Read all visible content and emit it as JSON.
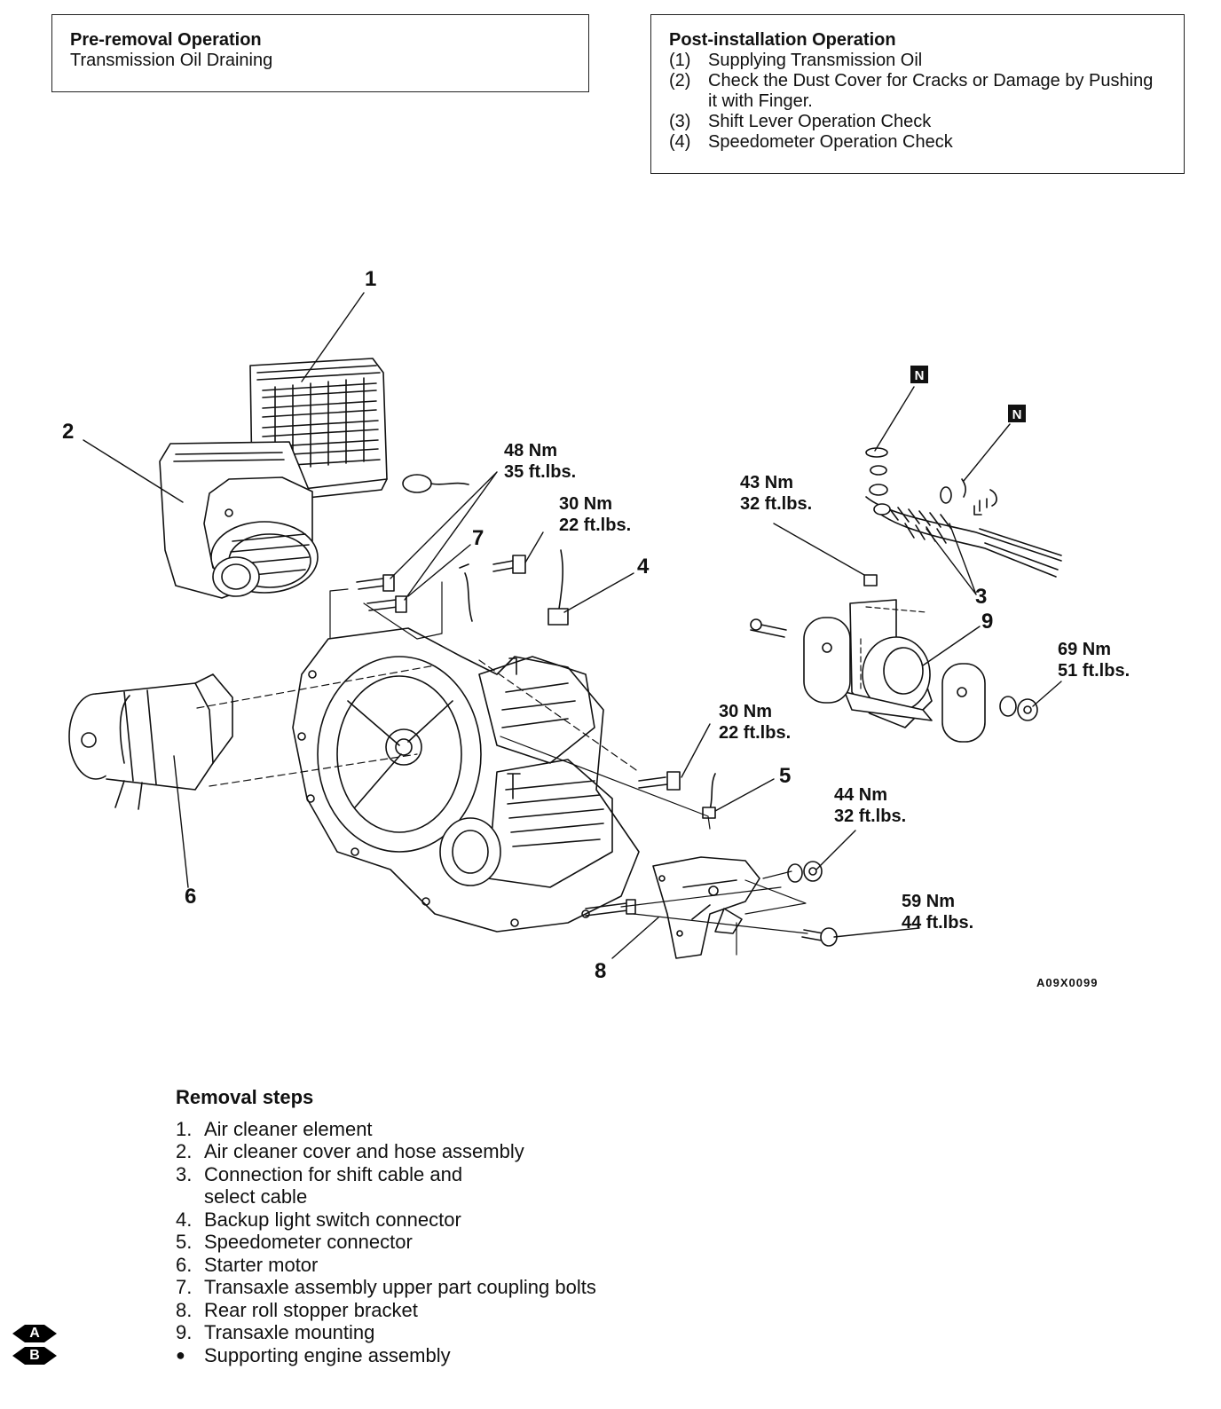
{
  "pre_removal": {
    "title": "Pre-removal Operation",
    "items": [
      "Transmission Oil Draining"
    ]
  },
  "post_installation": {
    "title": "Post-installation Operation",
    "items": [
      {
        "num": "(1)",
        "text": "Supplying Transmission Oil"
      },
      {
        "num": "(2)",
        "text": "Check the Dust Cover for Cracks or Damage by Pushing it with Finger."
      },
      {
        "num": "(3)",
        "text": "Shift Lever Operation Check"
      },
      {
        "num": "(4)",
        "text": "Speedometer Operation Check"
      }
    ]
  },
  "diagram": {
    "callouts": [
      "1",
      "2",
      "3",
      "4",
      "5",
      "6",
      "7",
      "8",
      "9"
    ],
    "torques": [
      {
        "nm": "48 Nm",
        "ftlbs": "35 ft.lbs."
      },
      {
        "nm": "30 Nm",
        "ftlbs": "22 ft.lbs."
      },
      {
        "nm": "43 Nm",
        "ftlbs": "32 ft.lbs."
      },
      {
        "nm": "69 Nm",
        "ftlbs": "51 ft.lbs."
      },
      {
        "nm": "30 Nm",
        "ftlbs": "22 ft.lbs."
      },
      {
        "nm": "44 Nm",
        "ftlbs": "32 ft.lbs."
      },
      {
        "nm": "59 Nm",
        "ftlbs": "44 ft.lbs."
      }
    ],
    "new_part_marks": [
      "N",
      "N"
    ],
    "reference_code": "A09X0099"
  },
  "removal_steps": {
    "heading": "Removal steps",
    "items": [
      {
        "num": "1.",
        "text": "Air cleaner element"
      },
      {
        "num": "2.",
        "text": "Air cleaner cover and hose assembly"
      },
      {
        "num": "3.",
        "text": "Connection for shift cable and"
      },
      {
        "num": "",
        "text": "select cable"
      },
      {
        "num": "4.",
        "text": "Backup light switch connector"
      },
      {
        "num": "5.",
        "text": "Speedometer connector"
      },
      {
        "num": "6.",
        "text": "Starter motor"
      },
      {
        "num": "7.",
        "text": "Transaxle assembly upper part coupling bolts"
      },
      {
        "num": "8.",
        "text": "Rear roll stopper bracket"
      },
      {
        "num": "9.",
        "text": "Transaxle mounting"
      },
      {
        "num": "●",
        "text": "Supporting engine assembly"
      }
    ],
    "markers": [
      "A",
      "B"
    ]
  }
}
